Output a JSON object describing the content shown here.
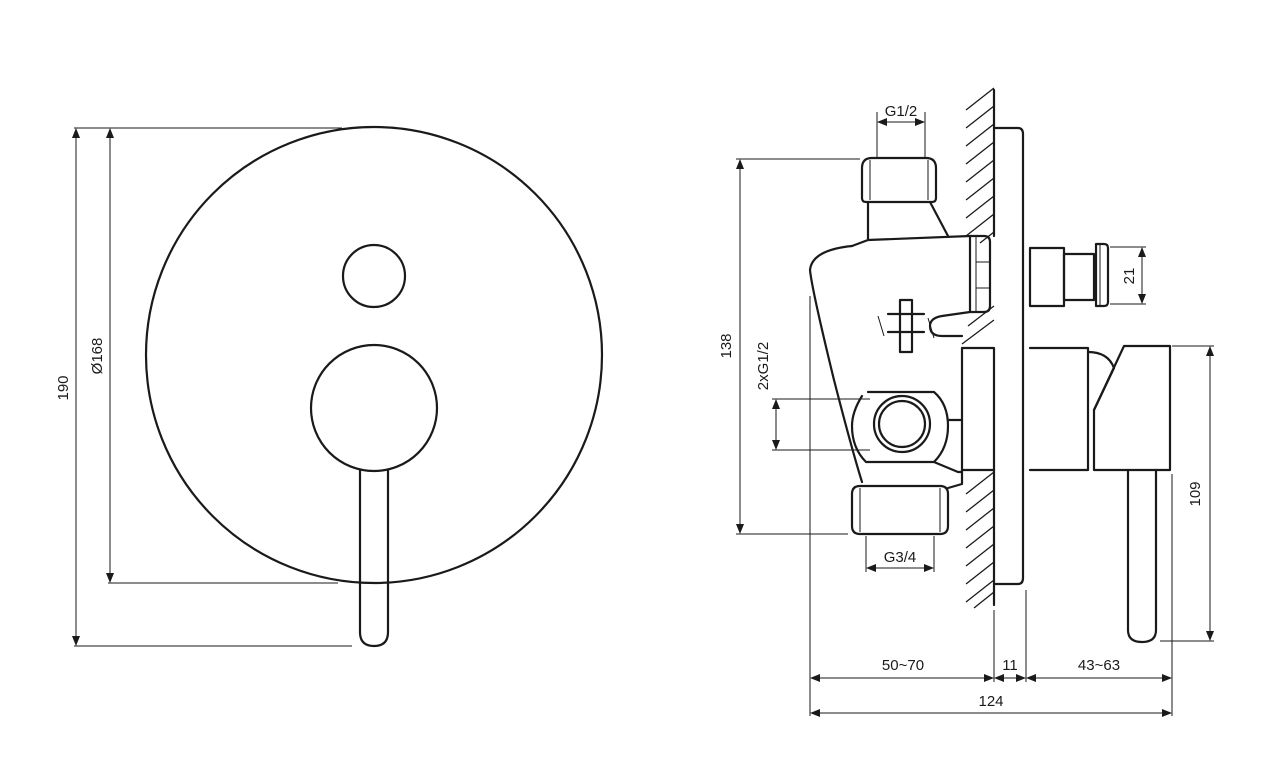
{
  "front_view": {
    "overall_height": "190",
    "plate_diameter": "Ø168"
  },
  "side_view": {
    "top_inlet_thread": "G1/2",
    "bottom_outlet_thread": "G3/4",
    "side_inlets_thread": "2xG1/2",
    "body_height": "138",
    "spout_diameter": "21",
    "lever_height": "109",
    "depth_in_wall": "50~70",
    "plate_thickness": "11",
    "projection": "43~63",
    "total_depth": "124"
  }
}
